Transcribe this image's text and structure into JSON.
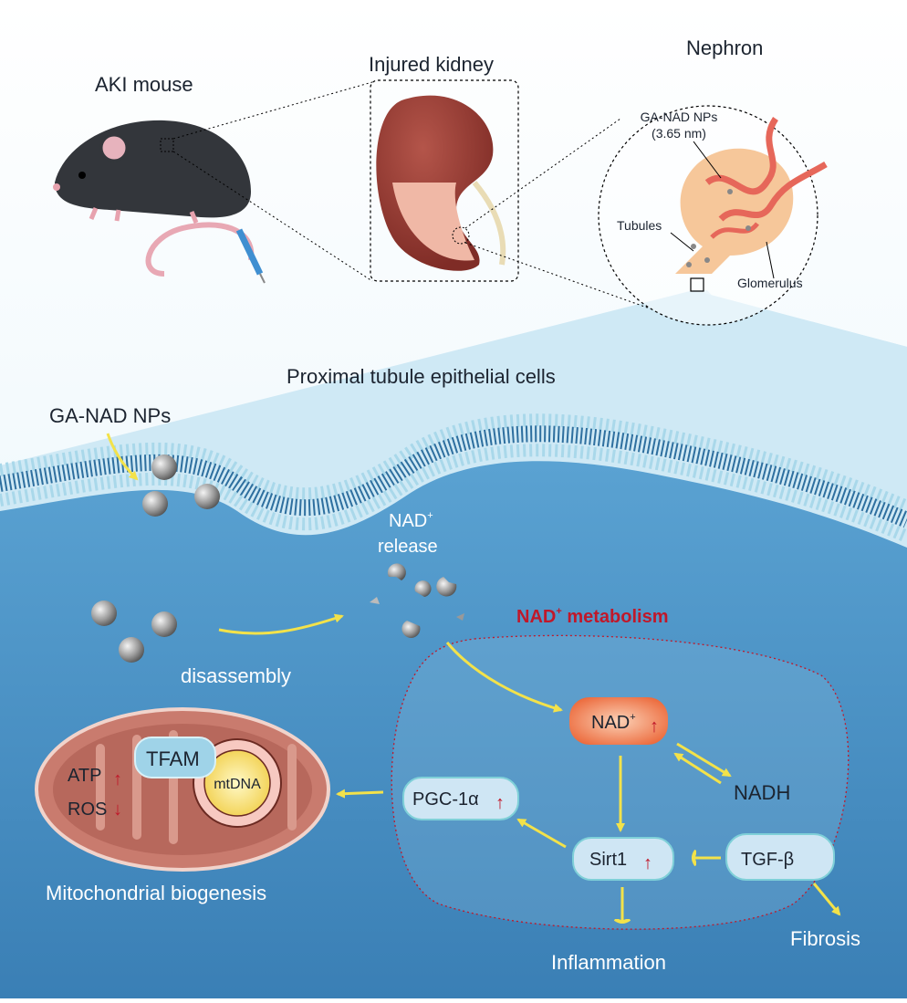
{
  "top_panel": {
    "mouse_label": "AKI mouse",
    "kidney_label": "Injured kidney",
    "nephron_label": "Nephron",
    "np_label_line1": "GA-NAD NPs",
    "np_label_line2": "(3.65 nm)",
    "tubules_label": "Tubules",
    "glomerulus_label": "Glomerulus"
  },
  "cell_panel": {
    "title": "Proximal tubule epithelial cells",
    "np_label": "GA-NAD NPs",
    "nad_release_line1": "NAD",
    "nad_release_sup": "+",
    "nad_release_line2": "release",
    "disassembly_label": "disassembly",
    "metabolism_label": "NAD",
    "metabolism_sup": "+",
    "metabolism_label_rest": " metabolism"
  },
  "pathway": {
    "nad_node": "NAD",
    "nad_node_sup": "+",
    "nadh_label": "NADH",
    "pgc_node": "PGC-1α",
    "sirt1_node": "Sirt1",
    "tgfb_node": "TGF-β",
    "fibrosis_label": "Fibrosis",
    "inflammation_label": "Inflammation",
    "up_arrow": "↑"
  },
  "mitochondria": {
    "tfam_label": "TFAM",
    "mtdna_label": "mtDNA",
    "atp_label": "ATP",
    "ros_label": "ROS",
    "up_arrow": "↑",
    "down_arrow": "↓",
    "caption": "Mitochondrial biogenesis"
  },
  "colors": {
    "cytoplasm": "#4a8fc4",
    "membrane_head": "#a9d8ea",
    "membrane_tail": "#2e6f9f",
    "arrow": "#f3e24a",
    "highlight_red": "#c0182a",
    "node_fill": "#cfe6f4",
    "mito_fill": "#c97b6e"
  }
}
